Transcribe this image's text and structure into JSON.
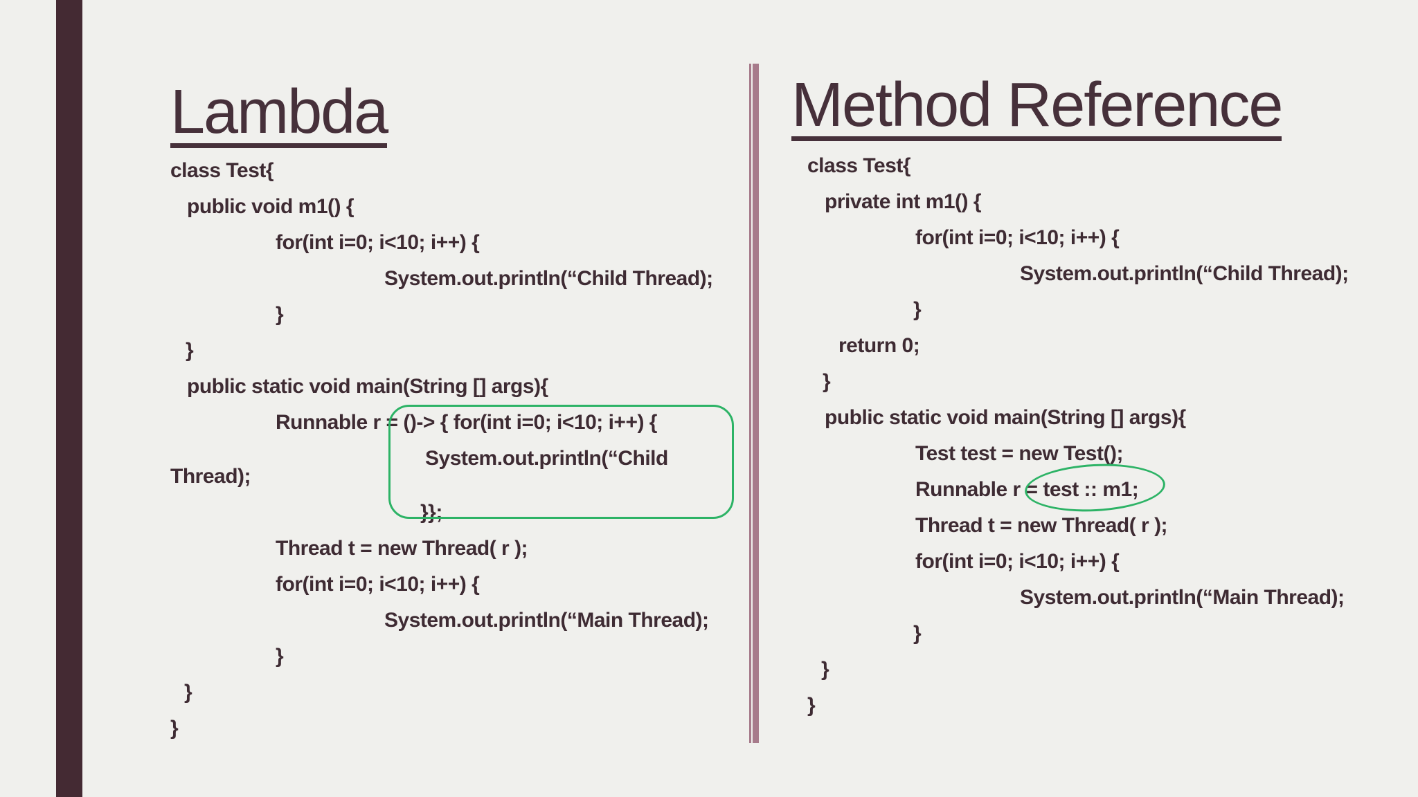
{
  "slide": {
    "background_color": "#f0f0ed",
    "accent_bar_color": "#442a33",
    "divider_color": "#a77b8b",
    "annotation_color": "#2db366",
    "text_color": "#3e2b33",
    "left_panel": {
      "title": "Lambda",
      "code_lines": [
        {
          "text": "class Test{",
          "indent": 0
        },
        {
          "text": "public void m1() {",
          "indent": 24
        },
        {
          "text": "for(int i=0; i<10; i++) {",
          "indent": 152
        },
        {
          "text": "System.out.println(“Child Thread);",
          "indent": 309
        },
        {
          "text": "}",
          "indent": 152
        },
        {
          "text": "}",
          "indent": 22
        },
        {
          "text": "public static void main(String [] args){",
          "indent": 24
        },
        {
          "text": "Runnable r = ()-> { for(int i=0; i<10; i++) {",
          "indent": 152
        },
        {
          "text": "System.out.println(“Child",
          "indent": 368
        },
        {
          "text": "Thread);",
          "indent": 0,
          "wrap": true
        },
        {
          "text": "}};",
          "indent": 361
        },
        {
          "text": "Thread t = new Thread( r );",
          "indent": 152
        },
        {
          "text": "for(int i=0; i<10; i++) {",
          "indent": 152
        },
        {
          "text": "System.out.println(“Main Thread);",
          "indent": 309
        },
        {
          "text": "}",
          "indent": 152
        },
        {
          "text": "}",
          "indent": 20
        },
        {
          "text": "}",
          "indent": 0
        }
      ]
    },
    "right_panel": {
      "title": "Method Reference",
      "code_lines": [
        {
          "text": "class Test{",
          "indent": 0
        },
        {
          "text": "private int m1() {",
          "indent": 25
        },
        {
          "text": "for(int i=0; i<10; i++) {",
          "indent": 156
        },
        {
          "text": "System.out.println(“Child Thread);",
          "indent": 307
        },
        {
          "text": "}",
          "indent": 153
        },
        {
          "text": "return 0;",
          "indent": 45
        },
        {
          "text": "}",
          "indent": 22
        },
        {
          "text": "public static void main(String [] args){",
          "indent": 25
        },
        {
          "text": "Test test = new Test();",
          "indent": 156
        },
        {
          "text": "Runnable r = test :: m1;",
          "indent": 156
        },
        {
          "text": "Thread t = new Thread( r );",
          "indent": 156
        },
        {
          "text": "for(int i=0; i<10; i++) {",
          "indent": 156
        },
        {
          "text": "System.out.println(“Main Thread);",
          "indent": 307
        },
        {
          "text": "}",
          "indent": 153
        },
        {
          "text": "}",
          "indent": 20
        },
        {
          "text": "}",
          "indent": 0
        }
      ]
    }
  }
}
